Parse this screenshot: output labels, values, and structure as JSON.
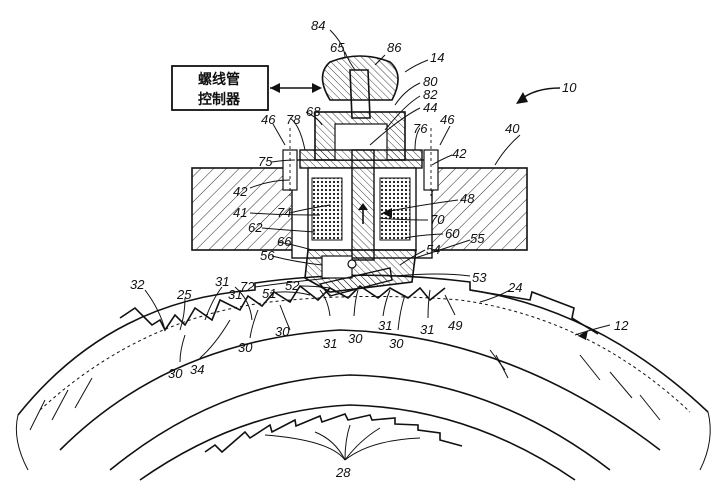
{
  "controller_box": {
    "line1": "螺线管",
    "line2": "控制器"
  },
  "labels": {
    "l84": "84",
    "l65": "65",
    "l86": "86",
    "l14": "14",
    "l10": "10",
    "l80": "80",
    "l82": "82",
    "l44": "44",
    "l68": "68",
    "l78": "78",
    "l46a": "46",
    "l76": "76",
    "l46b": "46",
    "l40": "40",
    "l75": "75",
    "l42a": "42",
    "l42b": "42",
    "l48": "48",
    "l41": "41",
    "l74": "74",
    "l70": "70",
    "l62": "62",
    "l60": "60",
    "l66": "66",
    "l55": "55",
    "l56": "56",
    "l54": "54",
    "l53": "53",
    "l72": "72",
    "l52": "52",
    "l51": "51",
    "l32": "32",
    "l25": "25",
    "l31a": "31",
    "l31b": "31",
    "l24": "24",
    "l30a": "30",
    "l31c": "31",
    "l30b": "30",
    "l31d": "31",
    "l30c": "30",
    "l31e": "31",
    "l49": "49",
    "l12": "12",
    "l30d": "30",
    "l34": "34",
    "l30e": "30",
    "l28": "28"
  }
}
